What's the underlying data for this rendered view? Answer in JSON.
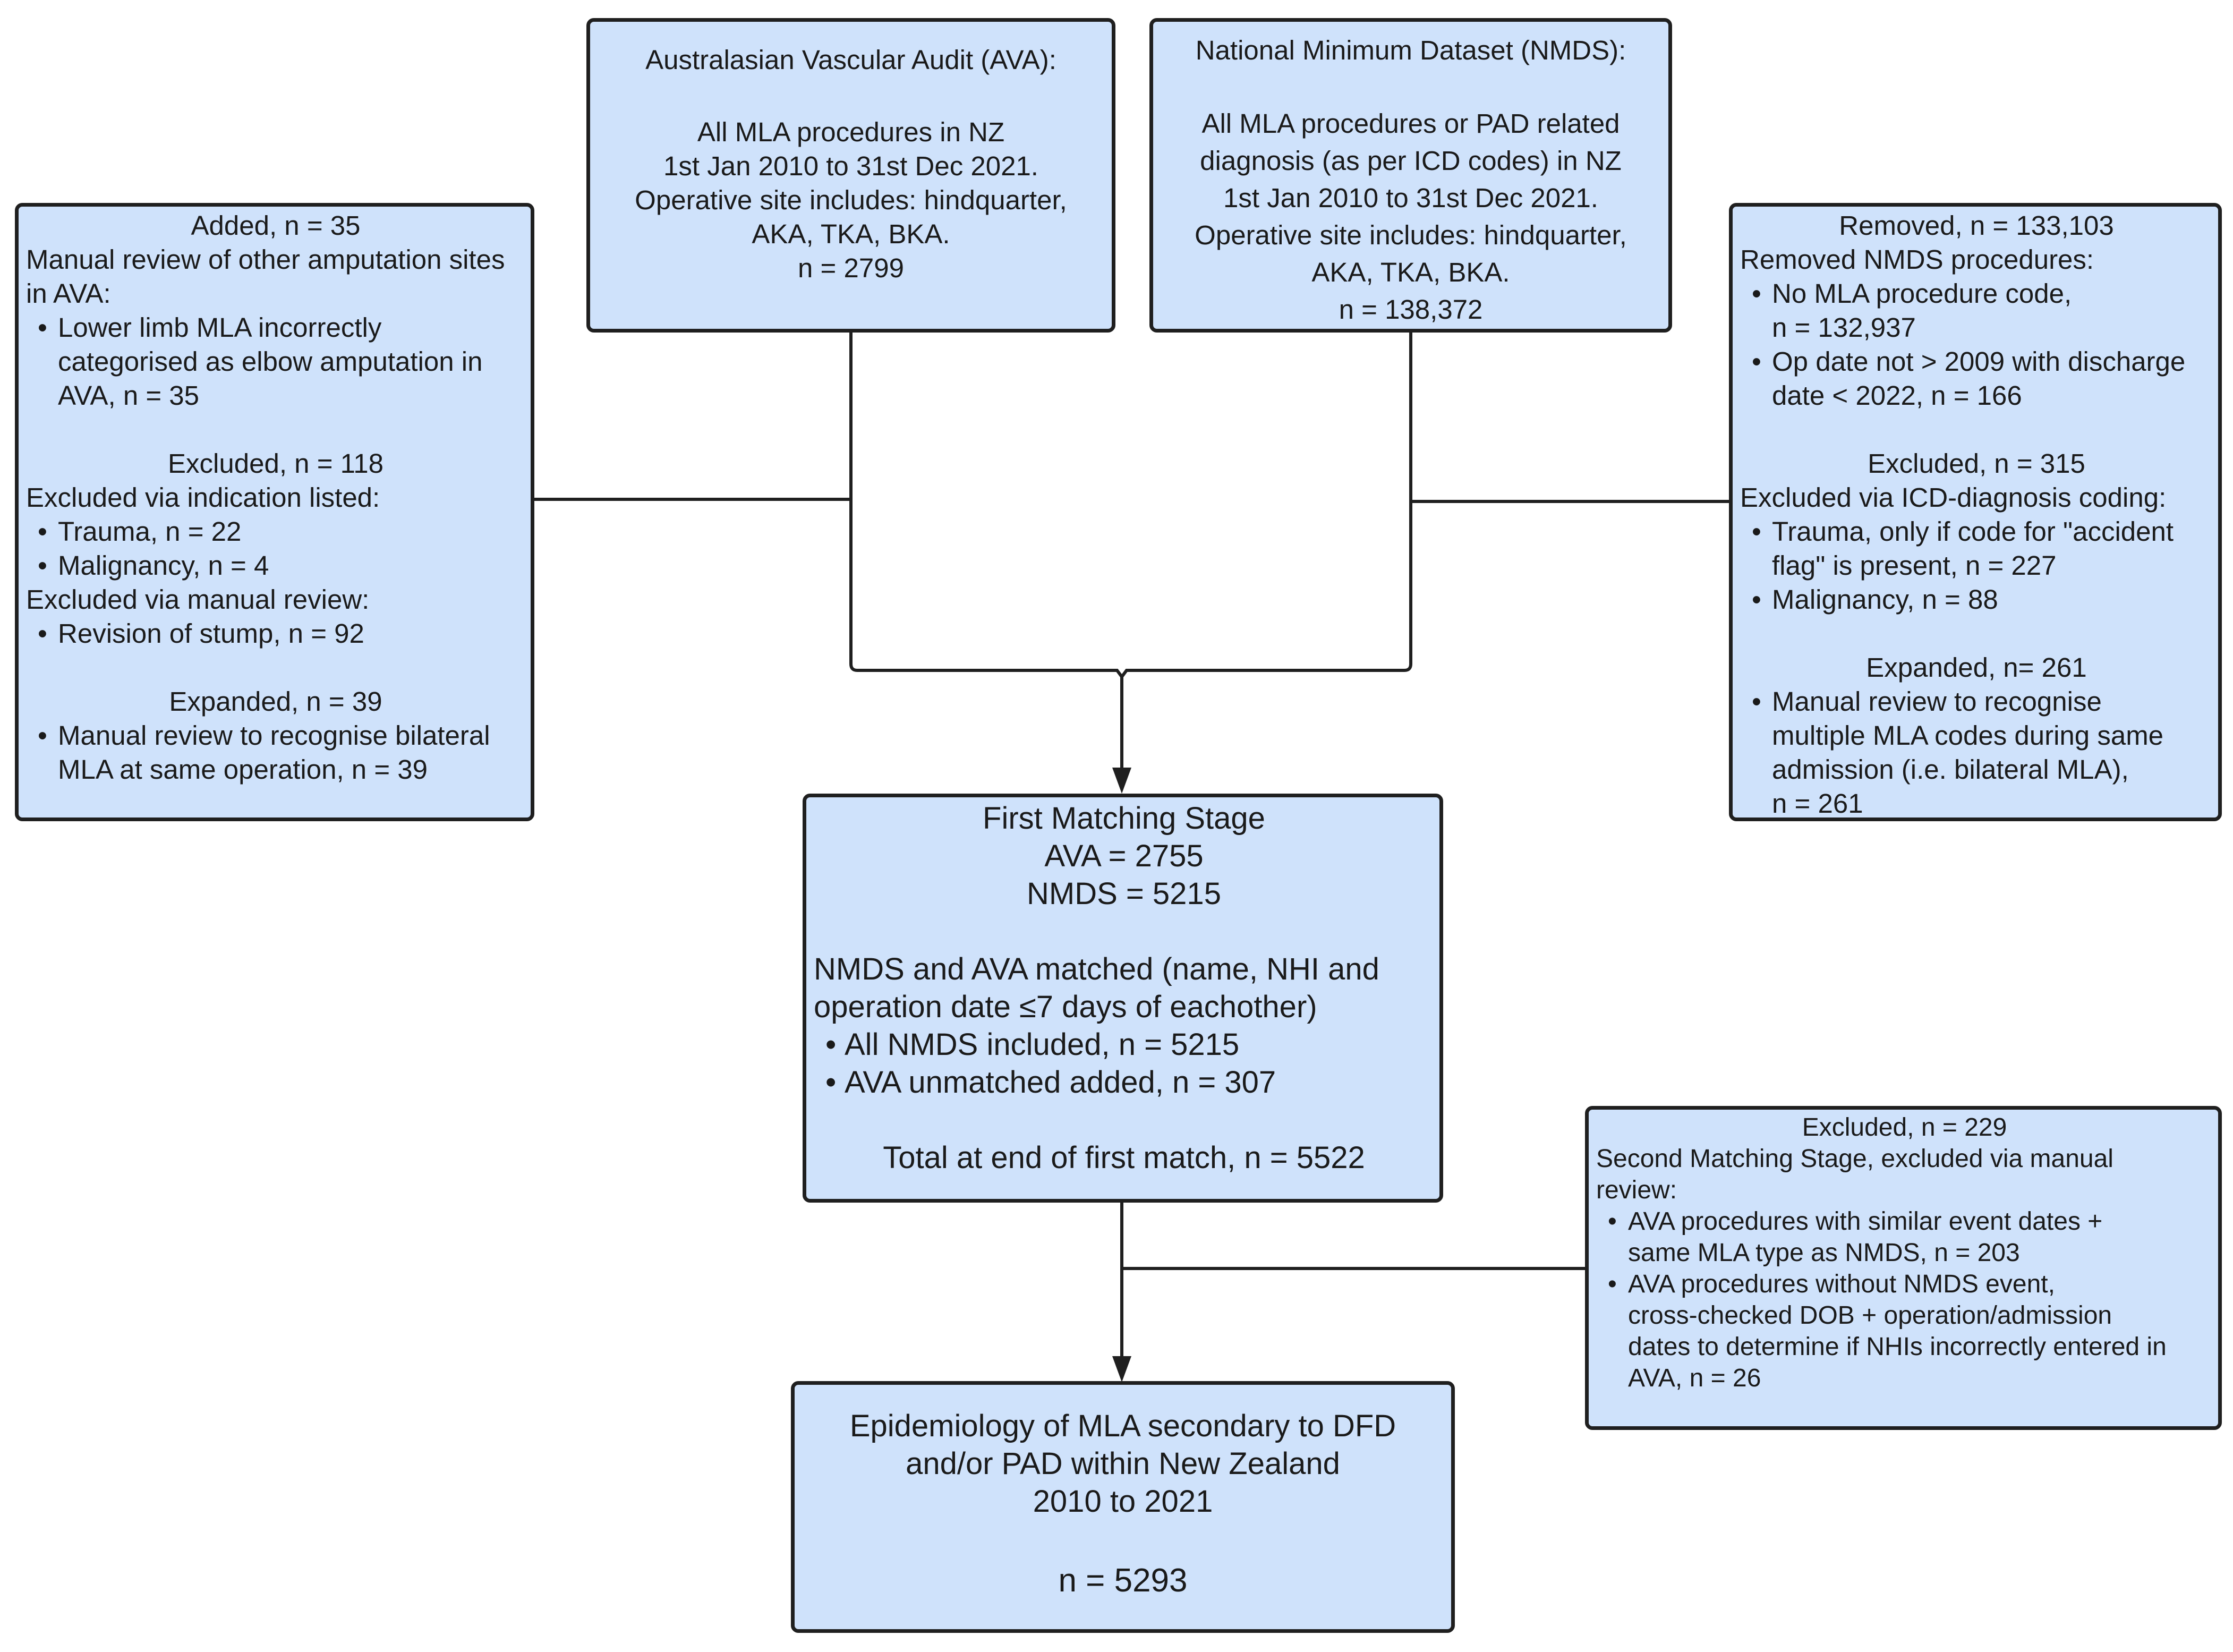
{
  "ava_box": {
    "lines": [
      "Australasian Vascular Audit (AVA):",
      "",
      "All MLA procedures in NZ",
      "1st Jan 2010 to 31st Dec 2021.",
      "Operative site includes: hindquarter,",
      "AKA, TKA, BKA.",
      "n = 2799"
    ]
  },
  "nmds_box": {
    "lines": [
      "National Minimum Dataset (NMDS):",
      "",
      "All MLA procedures or PAD related",
      "diagnosis (as per ICD codes) in NZ",
      "1st Jan 2010 to 31st Dec 2021.",
      "Operative site includes: hindquarter,",
      "AKA, TKA, BKA.",
      "n =  138,372"
    ]
  },
  "left_box": {
    "added_heading": "Added, n = 35",
    "added_text": [
      "Manual review of other amputation sites",
      "in AVA:"
    ],
    "added_bullet": [
      "Lower limb MLA incorrectly",
      "categorised as elbow amputation in",
      "AVA, n = 35"
    ],
    "excluded_heading": "Excluded, n = 118",
    "excluded_indication": "Excluded via indication listed:",
    "bullet_trauma": "Trauma, n = 22",
    "bullet_malignancy": "Malignancy, n = 4",
    "excluded_manual": "Excluded via manual review:",
    "bullet_revision": "Revision of stump, n = 92",
    "expanded_heading": "Expanded, n = 39",
    "expanded_bullet": [
      "Manual review to recognise bilateral",
      "MLA at same operation, n = 39"
    ]
  },
  "right_box": {
    "removed_heading": "Removed, n = 133,103",
    "removed_text": "Removed NMDS procedures:",
    "bullet_no_code": [
      "No MLA procedure code,",
      "n = 132,937"
    ],
    "bullet_op_date": [
      "Op date not > 2009 with discharge",
      "date < 2022, n = 166"
    ],
    "excluded_heading": "Excluded, n = 315",
    "excluded_text": "Excluded via ICD-diagnosis coding:",
    "bullet_trauma": [
      "Trauma, only if code for \"accident",
      "flag\" is present, n = 227"
    ],
    "bullet_malignancy": "Malignancy, n = 88",
    "expanded_heading": "Expanded, n= 261",
    "bullet_manual": [
      "Manual review to recognise",
      "multiple MLA codes during same",
      "admission (i.e. bilateral MLA),",
      "n = 261"
    ]
  },
  "first_match": {
    "title": "First Matching Stage",
    "ava": "AVA =  2755",
    "nmds": "NMDS = 5215",
    "matched": [
      "NMDS and AVA matched (name, NHI and",
      "operation date ≤7 days of eachother)"
    ],
    "bullet_all_nmds": "All NMDS included, n = 5215",
    "bullet_ava_unmatched": "AVA unmatched added, n = 307",
    "total": "Total at end of first match, n = 5522"
  },
  "second_excl": {
    "heading": "Excluded, n = 229",
    "text": [
      "Second Matching Stage, excluded via manual",
      "review:"
    ],
    "bullet_similar": [
      "AVA procedures with similar event dates +",
      "same  MLA type as NMDS, n = 203"
    ],
    "bullet_without": [
      "AVA procedures without NMDS event,",
      "cross-checked DOB + operation/admission",
      "dates to determine if NHIs incorrectly entered in",
      "AVA, n = 26"
    ]
  },
  "final_box": {
    "lines": [
      "Epidemiology of MLA secondary to DFD",
      "and/or PAD within New Zealand",
      "2010 to 2021"
    ],
    "n": "n = 5293"
  },
  "colors": {
    "box_fill": "#cfe2fb",
    "border": "#1f1f1f"
  }
}
